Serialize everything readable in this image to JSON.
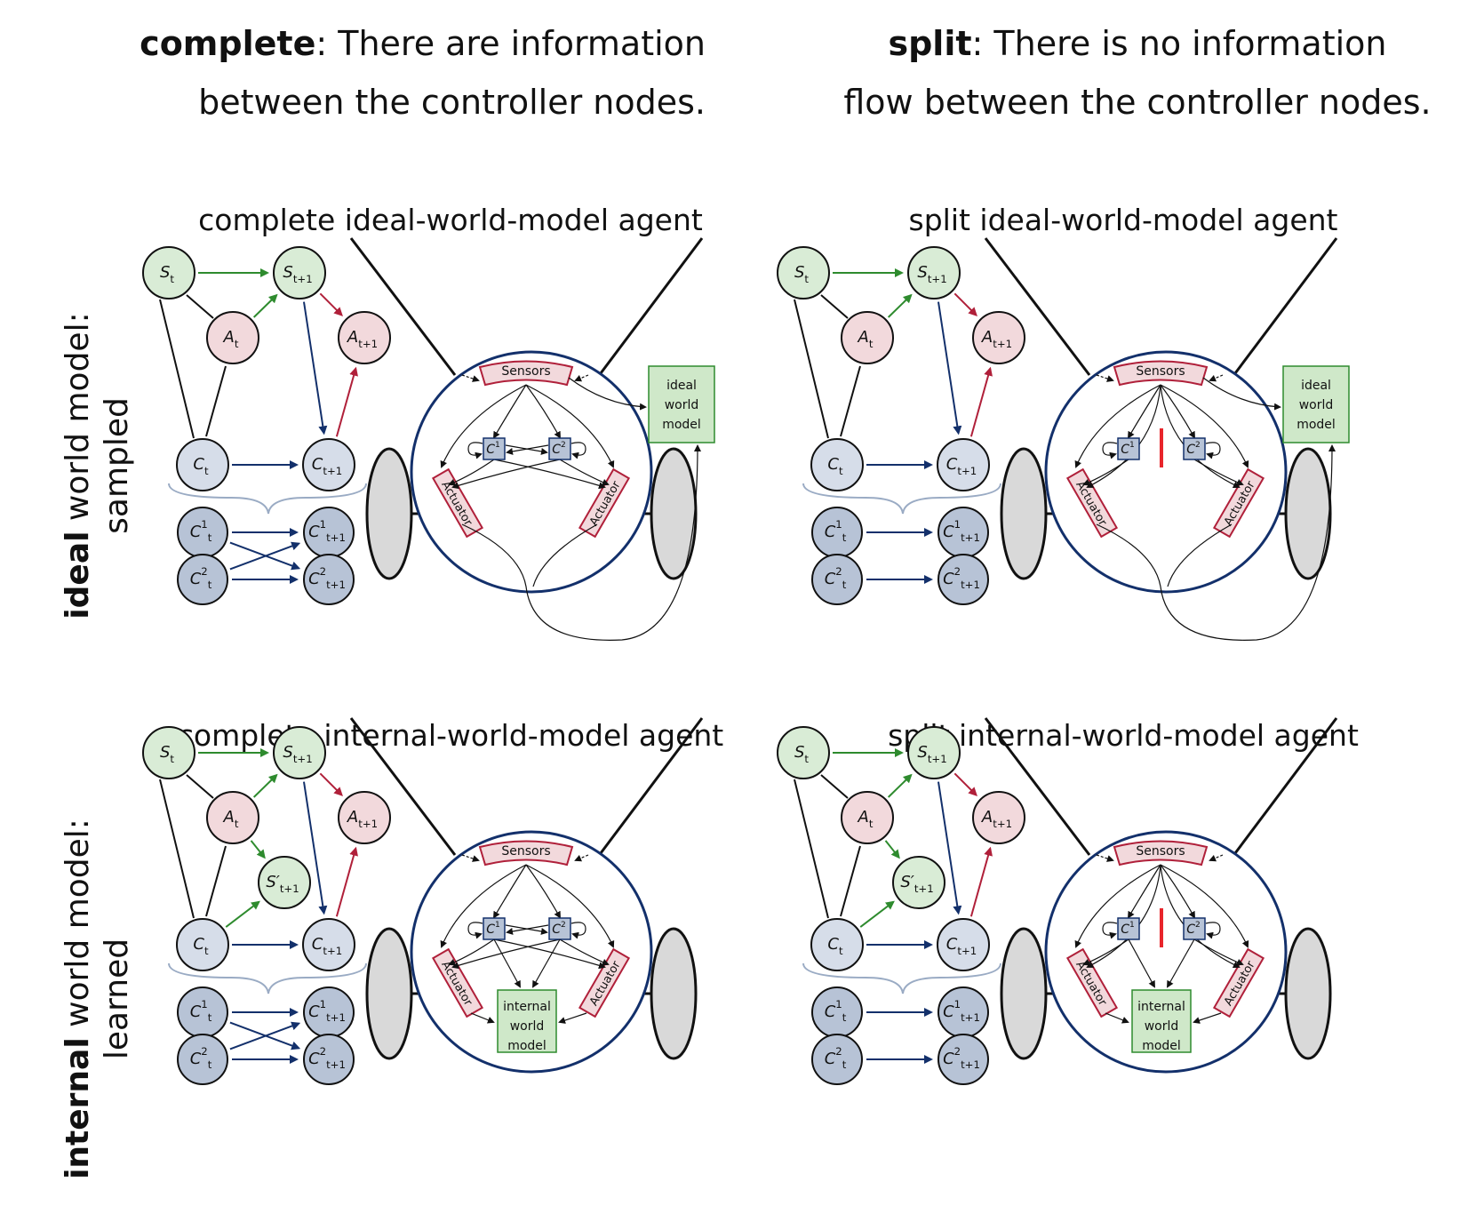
{
  "header": {
    "complete": {
      "bold": "complete",
      "line1_rest": ": There are information",
      "line2": "between the controller nodes."
    },
    "split": {
      "bold": "split",
      "line1_rest": ": There is no information",
      "line2": "flow between the controller nodes."
    }
  },
  "rows": {
    "ideal": {
      "bold": "ideal",
      "rest": " world model:",
      "line2": "sampled"
    },
    "internal": {
      "bold": "internal",
      "rest": " world model:",
      "line2": "learned"
    }
  },
  "panels": {
    "complete_ideal": "complete ideal-world-model agent",
    "split_ideal": "split ideal-world-model agent",
    "complete_internal": "complete internal-world-model agent",
    "split_internal": "split internal-world-model agent"
  },
  "nodes": {
    "S": "S",
    "A": "A",
    "C": "C",
    "t": "t",
    "t1": "t+1",
    "sup1": "1",
    "sup2": "2",
    "prime": "′"
  },
  "robot": {
    "sensors": "Sensors",
    "actuator": "Actuator",
    "c1": "C",
    "c2": "C",
    "c1_sup": "1",
    "c2_sup": "2",
    "ideal_model": [
      "ideal",
      "world",
      "model"
    ],
    "internal_model": [
      "internal",
      "world",
      "model"
    ]
  },
  "colors": {
    "green_fill": "#d9ecd6",
    "green_arrow": "#2e8b2e",
    "pink_fill": "#f2d9dc",
    "red_arrow": "#b0203a",
    "light_blue_fill": "#d6dde9",
    "blue_fill": "#b7c3d6",
    "navy": "#13306b",
    "wheel": "#d9d9d9",
    "box_green": "#cfe8c9",
    "separator_red": "#e8252b"
  }
}
